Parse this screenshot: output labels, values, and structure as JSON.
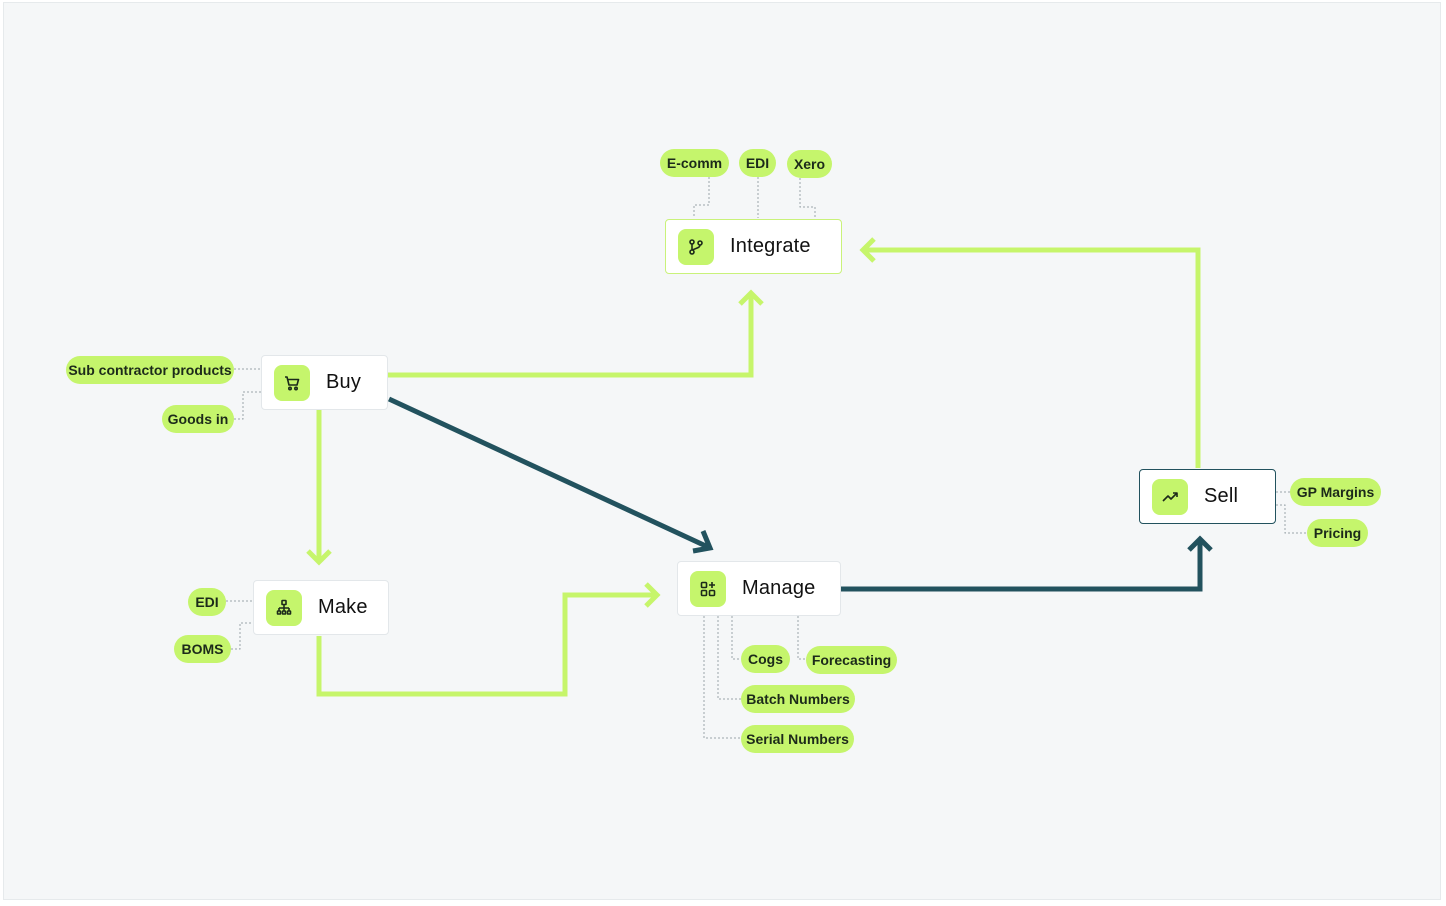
{
  "nodes": {
    "integrate": "Integrate",
    "buy": "Buy",
    "make": "Make",
    "manage": "Manage",
    "sell": "Sell"
  },
  "tags": {
    "ecomm": "E-comm",
    "edi_integrate": "EDI",
    "xero": "Xero",
    "sub_contractor": "Sub contractor products",
    "goods_in": "Goods in",
    "edi_make": "EDI",
    "boms": "BOMS",
    "cogs": "Cogs",
    "forecasting": "Forecasting",
    "batch_numbers": "Batch Numbers",
    "serial_numbers": "Serial Numbers",
    "gp_margins": "GP Margins",
    "pricing": "Pricing"
  },
  "icons": {
    "integrate": "git-branch-icon",
    "buy": "shopping-cart-icon",
    "make": "hierarchy-icon",
    "manage": "grid-plus-icon",
    "sell": "trending-up-icon"
  },
  "colors": {
    "accent_green": "#c5f56c",
    "connector_green": "#c6f56b",
    "connector_dark": "#22525e",
    "canvas_background": "#f5f7f8"
  }
}
